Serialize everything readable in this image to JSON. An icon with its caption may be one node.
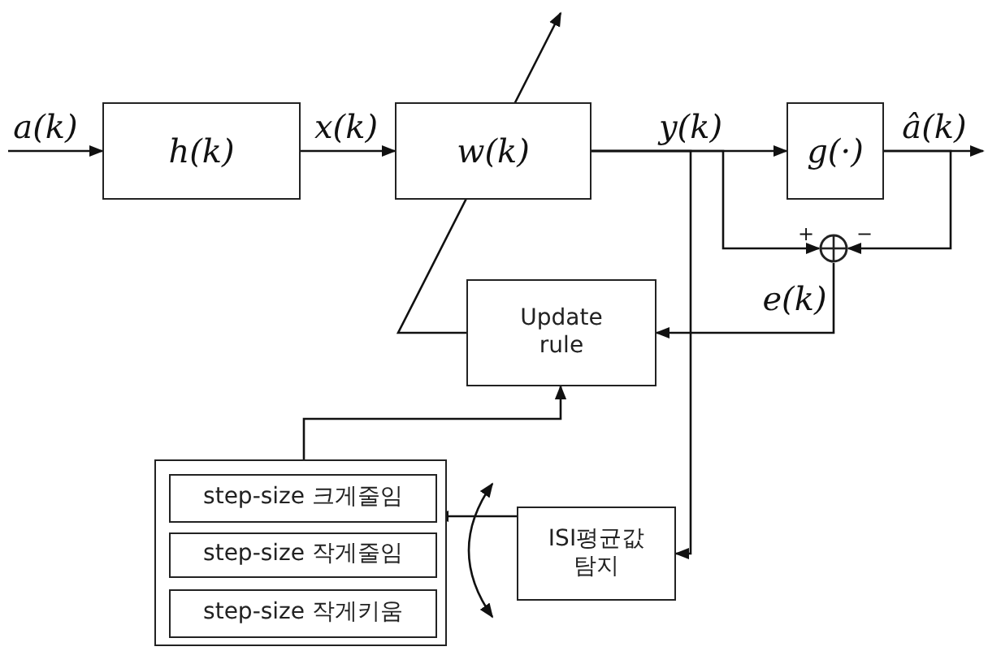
{
  "diagram": {
    "nodes": [
      {
        "text": [
          "h(k)"
        ]
      },
      {
        "text": [
          "w(k)"
        ]
      },
      {
        "text": [
          "g(·)"
        ]
      },
      {
        "text": [],
        "shape": "circle"
      },
      {
        "text": [
          "Update rule"
        ]
      },
      {
        "text": [],
        "shape": "box"
      },
      {
        "text": [
          "step-size 크게줄임"
        ],
        "in": 5
      },
      {
        "text": [
          "step-size 작게줄임"
        ],
        "in": 5
      },
      {
        "text": [
          "step-size 작게키움"
        ],
        "in": 5
      },
      {
        "text": [
          "ISI평균값 탐지"
        ]
      }
    ],
    "edges": [
      {
        "from": null,
        "to": 0,
        "arrow": "to",
        "label": "a(k)"
      },
      {
        "from": 0,
        "to": 1,
        "arrow": "to",
        "label": "x(k)"
      },
      {
        "from": 1,
        "to": 2,
        "arrow": "to",
        "label": "y(k)"
      },
      {
        "from": 2,
        "to": null,
        "arrow": "to",
        "label": "â(k)"
      },
      {
        "from": 1,
        "to": 3,
        "arrow": "to",
        "label": "+"
      },
      {
        "from": 2,
        "to": 3,
        "arrow": "to",
        "label": "−"
      },
      {
        "from": 3,
        "to": 4,
        "arrow": "to",
        "label": "e(k)"
      },
      {
        "from": 1,
        "to": 9,
        "arrow": "to"
      },
      {
        "from": 5,
        "to": 4,
        "arrow": "to"
      },
      {
        "from": 4,
        "to": null,
        "arrow": "to"
      },
      {
        "from": 9,
        "to": 6,
        "arrow": "to"
      }
    ]
  }
}
